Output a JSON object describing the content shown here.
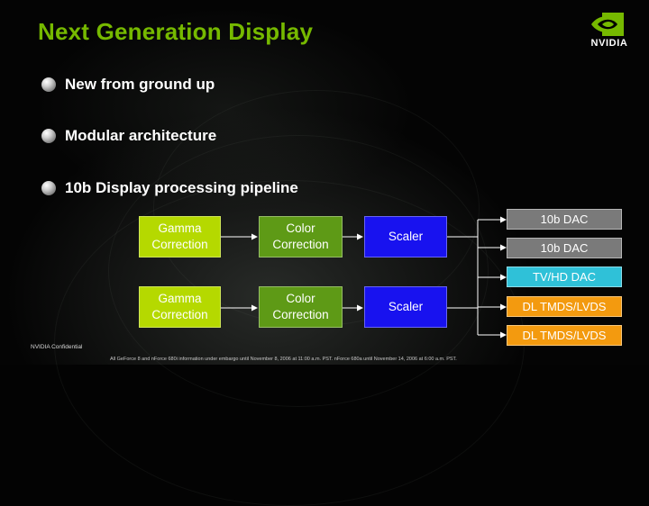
{
  "slide": {
    "title": "Next Generation Display",
    "bullets": [
      "New from ground up",
      "Modular architecture",
      "10b Display processing pipeline"
    ]
  },
  "logo": {
    "text": "NVIDIA",
    "icon": "nvidia-eye-icon",
    "color": "#76b900"
  },
  "pipeline": {
    "row1": {
      "gamma": [
        "Gamma",
        "Correction"
      ],
      "color": [
        "Color",
        "Correction"
      ],
      "scaler": "Scaler"
    },
    "row2": {
      "gamma": [
        "Gamma",
        "Correction"
      ],
      "color": [
        "Color",
        "Correction"
      ],
      "scaler": "Scaler"
    },
    "outputs": [
      "10b DAC",
      "10b DAC",
      "TV/HD DAC",
      "DL TMDS/LVDS",
      "DL TMDS/LVDS"
    ]
  },
  "colors": {
    "title": "#76b900",
    "gamma": "#b5d900",
    "color_correction": "#5e9a16",
    "scaler": "#1812ef",
    "dac": "#7a7a7a",
    "tv_dac": "#2fc1d8",
    "tmds": "#f39a0f"
  },
  "footer": {
    "confidential": "NVIDIA Confidential",
    "embargo": "All GeForce 8 and nForce 680i information under embargo until November 8, 2006 at 11:00 a.m. PST. nForce 680a until November 14, 2006 at 6:00 a.m. PST."
  }
}
